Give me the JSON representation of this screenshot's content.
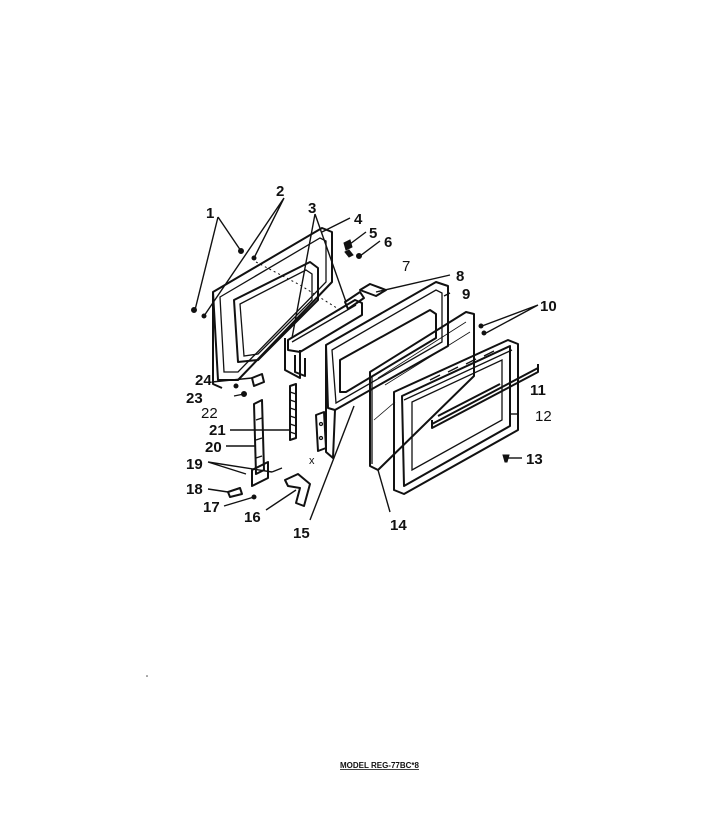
{
  "callouts": {
    "c1": "1",
    "c2": "2",
    "c3": "3",
    "c4": "4",
    "c5": "5",
    "c6": "6",
    "c7": "7",
    "c8": "8",
    "c9": "9",
    "c10": "10",
    "c11": "11",
    "c12": "12",
    "c13": "13",
    "c14": "14",
    "c15": "15",
    "c16": "16",
    "c17": "17",
    "c18": "18",
    "c19": "19",
    "c20": "20",
    "c21": "21",
    "c22": "22",
    "c23": "23",
    "c24": "24"
  },
  "x_mark": "x",
  "model_label": "MODEL REG-77BC*8"
}
